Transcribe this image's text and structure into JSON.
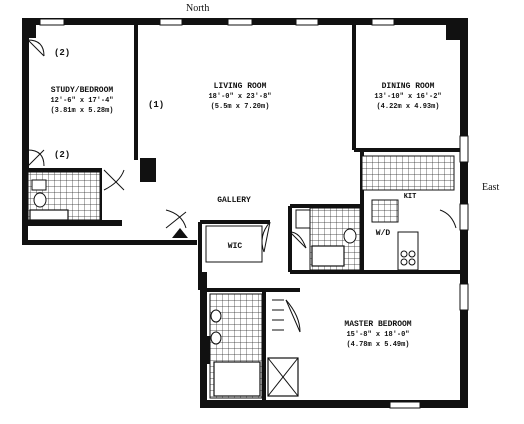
{
  "compass": {
    "north": "North",
    "east": "East"
  },
  "rooms": {
    "study": {
      "name": "STUDY/BEDROOM",
      "dim_ft": "12'-6\" x 17'-4\"",
      "dim_m": "(3.81m x 5.28m)"
    },
    "living": {
      "name": "LIVING ROOM",
      "dim_ft": "18'-0\" x 23'-8\"",
      "dim_m": "(5.5m x 7.20m)"
    },
    "dining": {
      "name": "DINING ROOM",
      "dim_ft": "13'-10\" x 16'-2\"",
      "dim_m": "(4.22m x 4.93m)"
    },
    "gallery": {
      "name": "GALLERY"
    },
    "wic": {
      "name": "WIC"
    },
    "kitchen": {
      "name": "KIT"
    },
    "wd": {
      "name": "W/D"
    },
    "master": {
      "name": "MASTER BEDROOM",
      "dim_ft": "15'-8\" x 18'-0\"",
      "dim_m": "(4.78m x 5.49m)"
    }
  },
  "notes": {
    "n2a": "(2)",
    "n2b": "(2)",
    "n1": "(1)"
  },
  "colors": {
    "wall": "#111111",
    "line": "#222222",
    "paper": "#ffffff"
  }
}
